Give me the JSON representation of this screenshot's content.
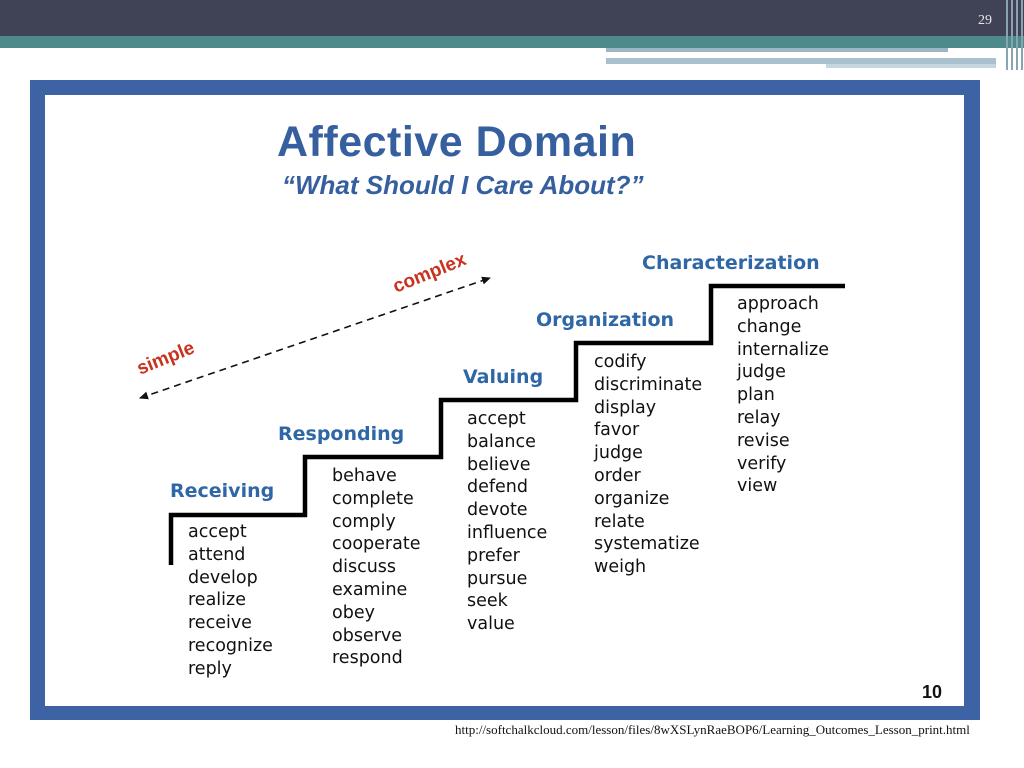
{
  "slide": {
    "page_number": "29",
    "source_url": "http://softchalkcloud.com/lesson/files/8wXSLynRaeBOP6/Learning_Outcomes_Lesson_print.html"
  },
  "figure": {
    "title": "Affective Domain",
    "subtitle": "“What Should I Care About?”",
    "arrow": {
      "start_label": "simple",
      "end_label": "complex"
    },
    "image_number": "10",
    "levels": [
      {
        "name": "Receiving",
        "verbs": [
          "accept",
          "attend",
          "develop",
          "realize",
          "receive",
          "recognize",
          "reply"
        ]
      },
      {
        "name": "Responding",
        "verbs": [
          "behave",
          "complete",
          "comply",
          "cooperate",
          "discuss",
          "examine",
          "obey",
          "observe",
          "respond"
        ]
      },
      {
        "name": "Valuing",
        "verbs": [
          "accept",
          "balance",
          "believe",
          "defend",
          "devote",
          "influence",
          "prefer",
          "pursue",
          "seek",
          "value"
        ]
      },
      {
        "name": "Organization",
        "verbs": [
          "codify",
          "discriminate",
          "display",
          "favor",
          "judge",
          "order",
          "organize",
          "relate",
          "systematize",
          "weigh"
        ]
      },
      {
        "name": "Characterization",
        "verbs": [
          "approach",
          "change",
          "internalize",
          "judge",
          "plan",
          "relay",
          "revise",
          "verify",
          "view"
        ]
      }
    ],
    "colors": {
      "frame": "#3d63a5",
      "title": "#355f9e",
      "level_heading": "#2f67a6",
      "arrow_label": "#c8321e",
      "staircase": "#000000"
    }
  }
}
